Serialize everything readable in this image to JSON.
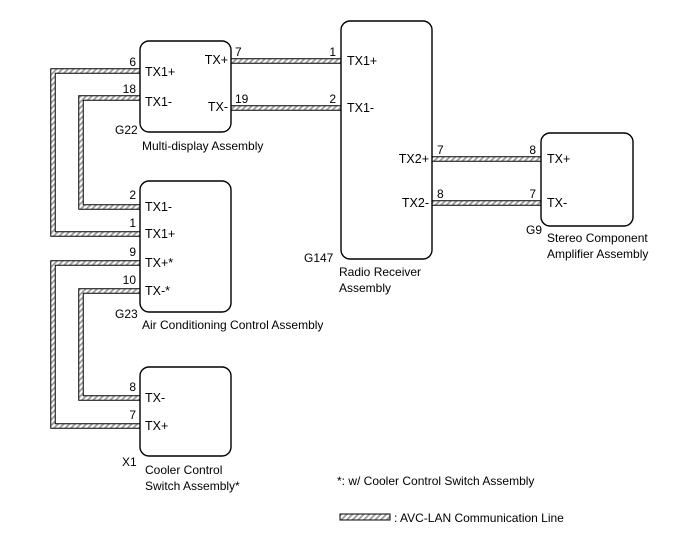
{
  "components": {
    "multi_display": {
      "code": "G22",
      "name": "Multi-display Assembly",
      "terminals": {
        "tx1_plus": {
          "label": "TX1+",
          "pin": "6"
        },
        "tx1_minus": {
          "label": "TX1-",
          "pin": "18"
        },
        "tx_plus": {
          "label": "TX+",
          "pin": "7"
        },
        "tx_minus": {
          "label": "TX-",
          "pin": "19"
        }
      }
    },
    "radio_receiver": {
      "code": "G147",
      "name_line1": "Radio Receiver",
      "name_line2": "Assembly",
      "terminals": {
        "tx1_plus": {
          "label": "TX1+",
          "pin": "1"
        },
        "tx1_minus": {
          "label": "TX1-",
          "pin": "2"
        },
        "tx2_plus": {
          "label": "TX2+",
          "pin": "7"
        },
        "tx2_minus": {
          "label": "TX2-",
          "pin": "8"
        }
      }
    },
    "stereo_amp": {
      "code": "G9",
      "name_line1": "Stereo Component",
      "name_line2": "Amplifier Assembly",
      "terminals": {
        "tx_plus": {
          "label": "TX+",
          "pin": "8"
        },
        "tx_minus": {
          "label": "TX-",
          "pin": "7"
        }
      }
    },
    "air_conditioning": {
      "code": "G23",
      "name": "Air Conditioning Control Assembly",
      "terminals": {
        "tx1_minus": {
          "label": "TX1-",
          "pin": "2"
        },
        "tx1_plus": {
          "label": "TX1+",
          "pin": "1"
        },
        "tx_plus": {
          "label": "TX+*",
          "pin": "9"
        },
        "tx_minus": {
          "label": "TX-*",
          "pin": "10"
        }
      }
    },
    "cooler_switch": {
      "code": "X1",
      "name_line1": "Cooler Control",
      "name_line2": "Switch Assembly*",
      "terminals": {
        "tx_minus": {
          "label": "TX-",
          "pin": "8"
        },
        "tx_plus": {
          "label": "TX+",
          "pin": "7"
        }
      }
    }
  },
  "notes": {
    "footnote": "*: w/ Cooler Control Switch Assembly",
    "legend": ": AVC-LAN Communication Line"
  },
  "colors": {
    "line": "#000000",
    "hatch": "#9a9a9a"
  }
}
